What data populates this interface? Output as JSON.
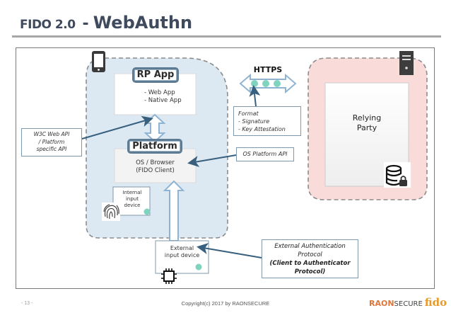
{
  "slide": {
    "title_prefix": "FIDO 2.0",
    "title_separator": "-",
    "title_main": "WebAuthn",
    "page_number": "- 13 -",
    "copyright": "Copyright(c) 2017 by RAONSECURE",
    "logo": {
      "raon": "RAON",
      "secure": "SECURE",
      "fido": "fido"
    }
  },
  "diagram": {
    "client_zone": {
      "icon": "smartphone-icon",
      "rp_app": {
        "label": "RP App",
        "items": [
          "- Web App",
          "- Native App"
        ]
      },
      "platform": {
        "label": "Platform",
        "lines": [
          "OS / Browser",
          "(FIDO Client)"
        ]
      },
      "internal_device": {
        "lines": [
          "Internal",
          "input",
          "device"
        ],
        "icon": "fingerprint-icon"
      }
    },
    "server_zone": {
      "icon": "server-icon",
      "relying_party": {
        "lines": [
          "Relying",
          "Party"
        ]
      },
      "db_icon": "database-lock-icon"
    },
    "https": {
      "label": "HTTPS"
    },
    "callouts": {
      "w3c": [
        "W3C Web API",
        "/ Platform",
        "specific API"
      ],
      "format": [
        "Format",
        "- Signature",
        "- Key Attestation"
      ],
      "os_api": "OS Platform API",
      "ext_protocol": [
        "External Authentication",
        "Protocol",
        "(Client to Authenticator",
        "Protocol)"
      ]
    },
    "external_device": {
      "lines": [
        "External",
        "input device"
      ],
      "icon": "chip-icon"
    },
    "colors": {
      "client_zone_fill": "#dde9f2",
      "server_zone_fill": "#f9dcd9",
      "dot": "#7fd3bf",
      "arrow": "#38607e"
    }
  }
}
